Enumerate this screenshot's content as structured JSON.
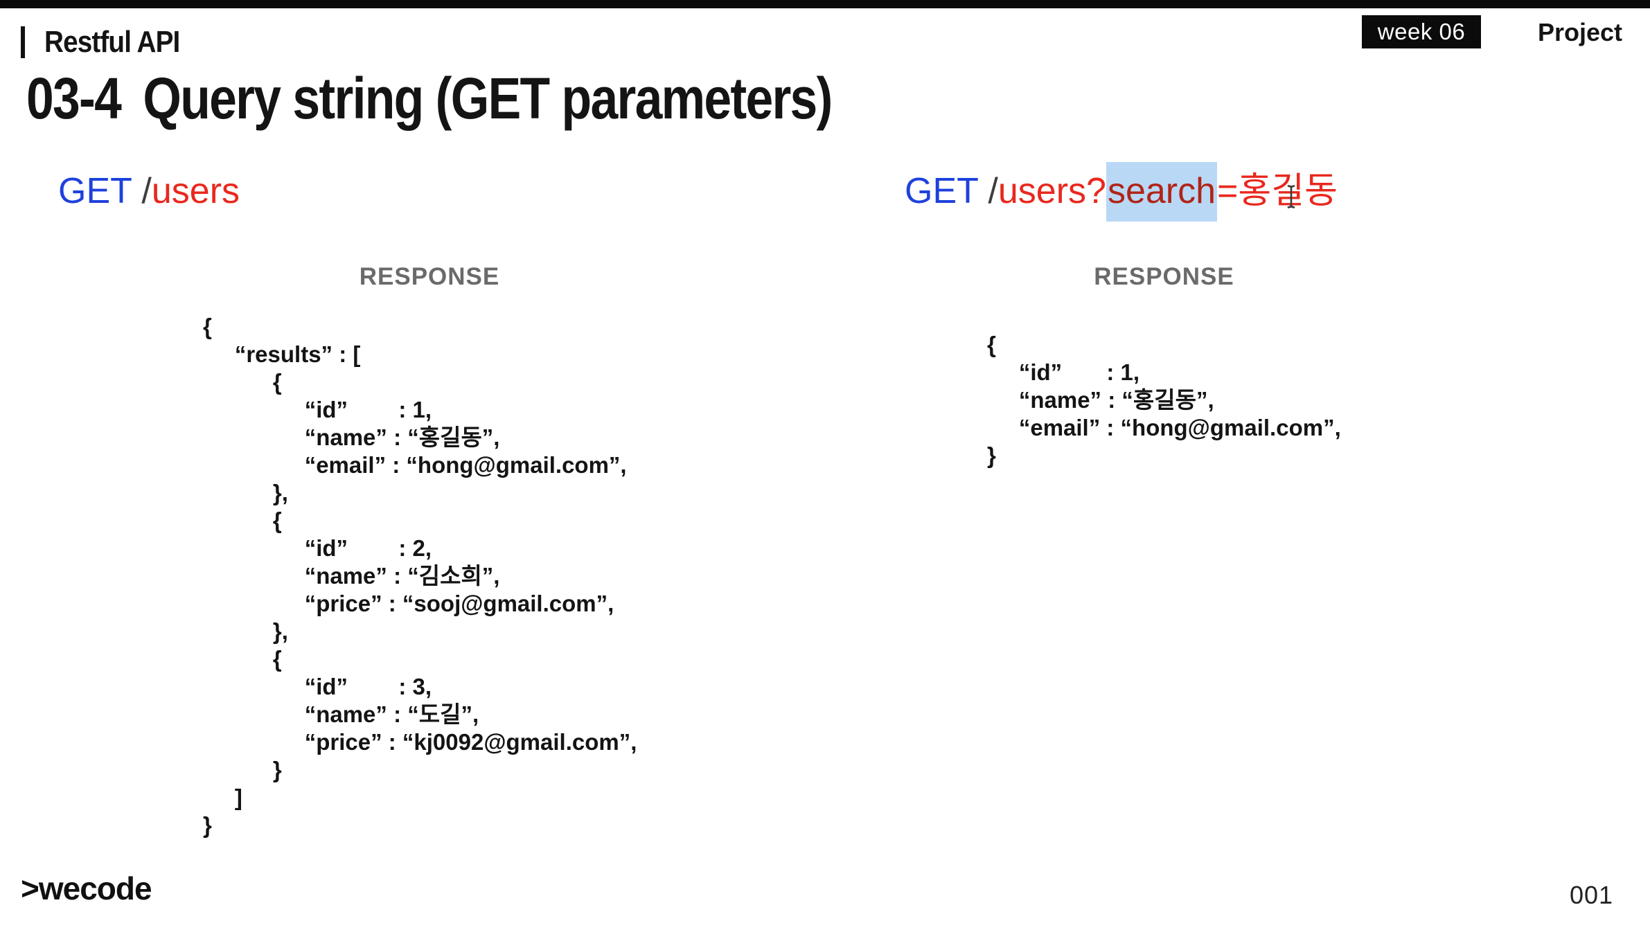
{
  "header": {
    "section_label": "Restful API",
    "week_badge": "week 06",
    "project_label": "Project"
  },
  "title": {
    "number": "03-4",
    "text": "Query string (GET parameters)"
  },
  "left": {
    "request": {
      "method": "GET",
      "slash": " /",
      "path": "users"
    },
    "response_heading": "RESPONSE",
    "code": "{\n     “results” : [\n           {\n                “id”        : 1,\n                “name” : “홍길동”,\n                “email” : “hong@gmail.com”,\n           },\n           {\n                “id”        : 2,\n                “name” : “김소희”,\n                “price” : “sooj@gmail.com”,\n           },\n           {\n                “id”        : 3,\n                “name” : “도길”,\n                “price” : “kj0092@gmail.com”,\n           }\n     ]\n}"
  },
  "right": {
    "request": {
      "method": "GET",
      "slash": " /",
      "path_prefix": "users?",
      "highlighted_param": "search",
      "path_suffix": "=홍길동"
    },
    "response_heading": "RESPONSE",
    "code": "{\n     “id”       : 1,\n     “name” : “홍길동”,\n     “email” : “hong@gmail.com”,\n}"
  },
  "footer": {
    "logo": ">wecode",
    "page_number": "001"
  },
  "colors": {
    "method_blue": "#1e41dd",
    "path_red": "#e8281e",
    "selection_blue": "#b9d8f6",
    "heading_gray": "#6a6a6a",
    "badge_black": "#0b0b0b"
  }
}
